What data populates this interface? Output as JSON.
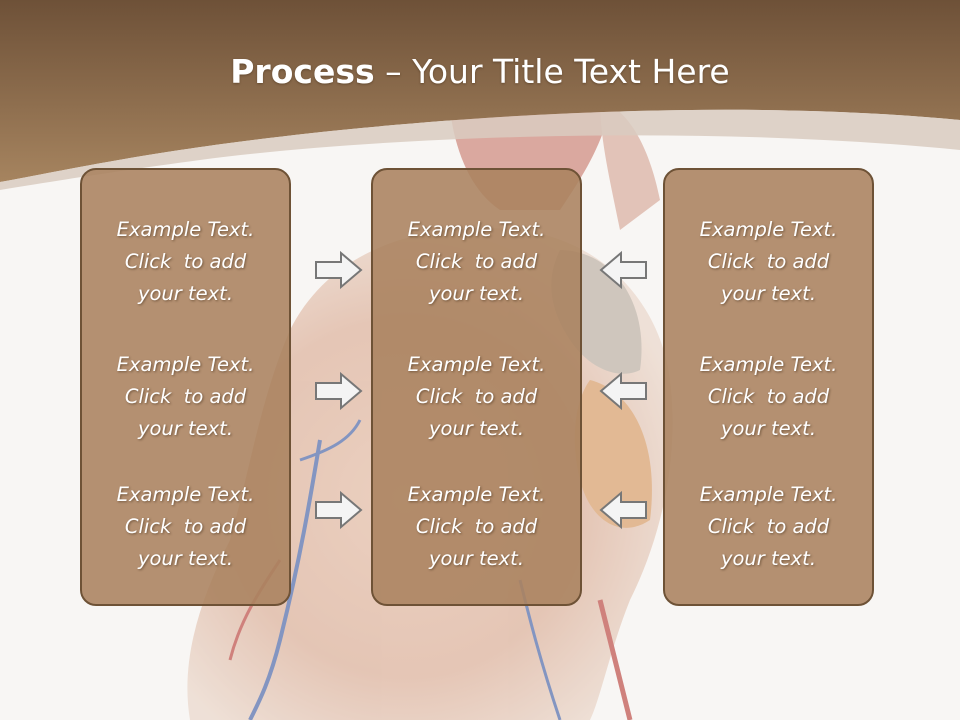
{
  "slide": {
    "title_bold": "Process",
    "title_rest": " – Your Title Text Here"
  },
  "columns": [
    {
      "items": [
        {
          "line1": "Example Text.",
          "line2": "Click  to add",
          "line3": "your text."
        },
        {
          "line1": "Example Text.",
          "line2": "Click  to add",
          "line3": "your text."
        },
        {
          "line1": "Example Text.",
          "line2": "Click  to add",
          "line3": "your text."
        }
      ]
    },
    {
      "items": [
        {
          "line1": "Example Text.",
          "line2": "Click  to add",
          "line3": "your text."
        },
        {
          "line1": "Example Text.",
          "line2": "Click  to add",
          "line3": "your text."
        },
        {
          "line1": "Example Text.",
          "line2": "Click  to add",
          "line3": "your text."
        }
      ]
    },
    {
      "items": [
        {
          "line1": "Example Text.",
          "line2": "Click  to add",
          "line3": "your text."
        },
        {
          "line1": "Example Text.",
          "line2": "Click  to add",
          "line3": "your text."
        },
        {
          "line1": "Example Text.",
          "line2": "Click  to add",
          "line3": "your text."
        }
      ]
    }
  ],
  "icons": {
    "left_arrows": "arrow-right-icon",
    "right_arrows": "arrow-left-icon"
  },
  "colors": {
    "header": "#a5825f",
    "box_fill": "#aa825f",
    "box_border": "#6e5236",
    "arrow_fill": "#f4f4f4",
    "arrow_stroke": "#777777"
  }
}
